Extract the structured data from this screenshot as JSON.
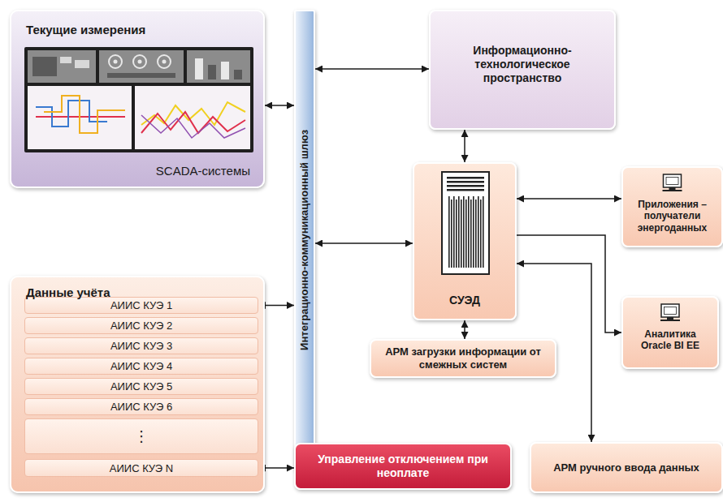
{
  "diagram": {
    "nodes": [
      {
        "text": [
          "Текущие измерения",
          "SCADA-системы"
        ]
      },
      {
        "text": [
          "Интеграционно-коммуникационный шлюз"
        ]
      },
      {
        "text": [
          "Информационно-технологическое пространство"
        ]
      },
      {
        "text": [
          "СУЭД"
        ]
      },
      {
        "text": [
          "Приложения – получатели энергоданных"
        ]
      },
      {
        "text": [
          "Аналитика Oracle BI EE"
        ]
      },
      {
        "text": [
          "Данные учёта"
        ]
      },
      {
        "text": [
          "АИИС КУЭ 1"
        ],
        "in": 6
      },
      {
        "text": [
          "АИИС КУЭ 2"
        ],
        "in": 6
      },
      {
        "text": [
          "АИИС КУЭ 3"
        ],
        "in": 6
      },
      {
        "text": [
          "АИИС КУЭ 4"
        ],
        "in": 6
      },
      {
        "text": [
          "АИИС КУЭ 5"
        ],
        "in": 6
      },
      {
        "text": [
          "АИИС КУЭ 6"
        ],
        "in": 6
      },
      {
        "text": [
          "⋮"
        ],
        "in": 6
      },
      {
        "text": [
          "АИИС КУЭ N"
        ],
        "in": 6
      },
      {
        "text": [
          "Управление отключением при неоплате"
        ]
      },
      {
        "text": [
          "АРМ загрузки информации от смежных систем"
        ]
      },
      {
        "text": [
          "АРМ ручного ввода данных"
        ]
      }
    ],
    "edges": [
      {
        "from": 0,
        "to": 1,
        "arrow": "both"
      },
      {
        "from": 1,
        "to": 2,
        "arrow": "both"
      },
      {
        "from": 1,
        "to": 3,
        "arrow": "both"
      },
      {
        "from": 2,
        "to": 3,
        "arrow": "both"
      },
      {
        "from": 3,
        "to": 4,
        "arrow": "both"
      },
      {
        "from": 3,
        "to": 5,
        "arrow": "to"
      },
      {
        "from": 3,
        "to": 17,
        "arrow": "both"
      },
      {
        "from": 3,
        "to": 16,
        "arrow": "both"
      },
      {
        "from": 7,
        "to": 1,
        "arrow": "both"
      },
      {
        "from": 14,
        "to": 15,
        "arrow": "both"
      }
    ]
  }
}
